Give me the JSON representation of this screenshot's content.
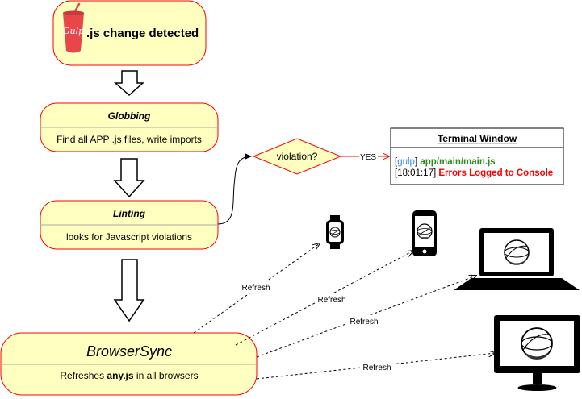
{
  "trigger": {
    "logo_text": "Gulp",
    "label": ".js change detected"
  },
  "globbing": {
    "title": "Globbing",
    "description": "Find all APP .js files, write imports"
  },
  "linting": {
    "title": "Linting",
    "description": "looks for Javascript violations"
  },
  "decision": {
    "label": "violation?",
    "yes_label": "YES"
  },
  "terminal": {
    "title": "Terminal Window",
    "line1_bracket_open": "[",
    "line1_tag": "gulp",
    "line1_bracket_close": "]",
    "line1_path": "app/main/main.js",
    "line2_time": "[18:01:17]",
    "line2_message": "Errors Logged to Console"
  },
  "browsersync": {
    "title": "BrowserSync",
    "desc_prefix": "Refreshes ",
    "desc_bold": "any.js",
    "desc_suffix": " in all browsers"
  },
  "refresh_labels": [
    "Refresh",
    "Refresh",
    "Refresh",
    "Refresh"
  ],
  "devices": [
    {
      "name": "smartwatch-icon"
    },
    {
      "name": "smartphone-icon"
    },
    {
      "name": "laptop-icon"
    },
    {
      "name": "desktop-monitor-icon"
    }
  ],
  "colors": {
    "box_fill": "#ffffc0",
    "box_stroke": "#ff0000",
    "yes_arrow": "#ff0000",
    "gulp_red": "#e8474a",
    "term_blue": "#3b8be8",
    "term_green": "#2e8b1f",
    "term_red": "#ff0000"
  }
}
